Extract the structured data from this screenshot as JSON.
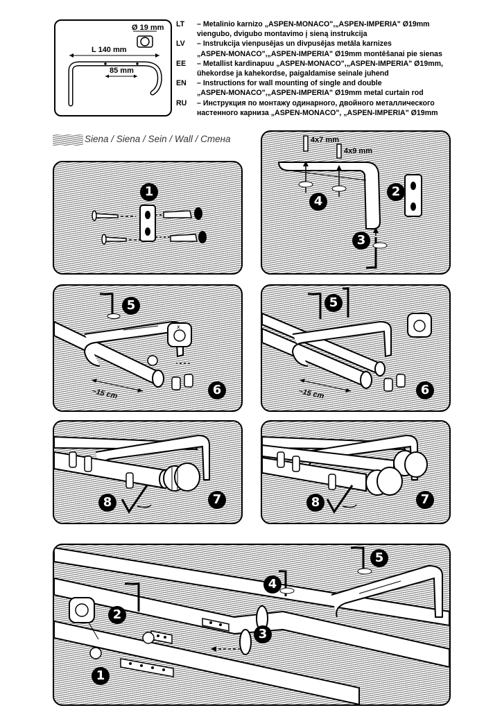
{
  "header": {
    "dimensions": {
      "diameter": "Ø 19 mm",
      "length": "L 140 mm",
      "spacing": "85 mm"
    },
    "lines": [
      {
        "prefix": "LT",
        "text": "– Metalinio karnizo „ASPEN-MONACO\",„ASPEN-IMPERIA\" Ø19mm"
      },
      {
        "prefix": "",
        "text": "viengubo, dvigubo montavimo į sieną instrukcija"
      },
      {
        "prefix": "LV",
        "text": "– Instrukcija vienpusējas un divpusējas metāla karnizes"
      },
      {
        "prefix": "",
        "text": "„ASPEN-MONACO\",„ASPEN-IMPERIA\" Ø19mm montēšanai pie sienas"
      },
      {
        "prefix": "EE",
        "text": "– Metallist kardinapuu „ASPEN-MONACO\",„ASPEN-IMPERIA\" Ø19mm,"
      },
      {
        "prefix": "",
        "text": "ühekordse ja kahekordse, paigaldamise seinale juhend"
      },
      {
        "prefix": "EN",
        "text": "– Instructions for wall mounting of single and double"
      },
      {
        "prefix": "",
        "text": "„ASPEN-MONACO\",„ASPEN-IMPERIA\" Ø19mm metal curtain rod"
      },
      {
        "prefix": "RU",
        "text": "– Инструкция по монтажу одинарного, двойного металлического"
      },
      {
        "prefix": "",
        "text": "настенного карниза „ASPEN-MONACO\", „ASPEN-IMPERIA\" Ø19mm"
      }
    ]
  },
  "wall_legend": "Siena / Siena / Sein / Wall / Стена",
  "panels": {
    "p1": {
      "steps": [
        "1"
      ]
    },
    "p2": {
      "steps": [
        "2",
        "3",
        "4"
      ],
      "screw_a": "4x7 mm",
      "screw_b": "4x9 mm"
    },
    "p3": {
      "steps": [
        "5",
        "6"
      ],
      "distance": "~15 cm"
    },
    "p4": {
      "steps": [
        "5",
        "6"
      ],
      "distance": "~15 cm"
    },
    "p5": {
      "steps": [
        "7",
        "8"
      ]
    },
    "p6": {
      "steps": [
        "7",
        "8"
      ]
    },
    "p7": {
      "steps": [
        "1",
        "2",
        "3",
        "4",
        "5"
      ]
    }
  },
  "colors": {
    "line": "#000000",
    "wall_dark": "#8f8f8f",
    "wall_light": "#ffffff"
  }
}
